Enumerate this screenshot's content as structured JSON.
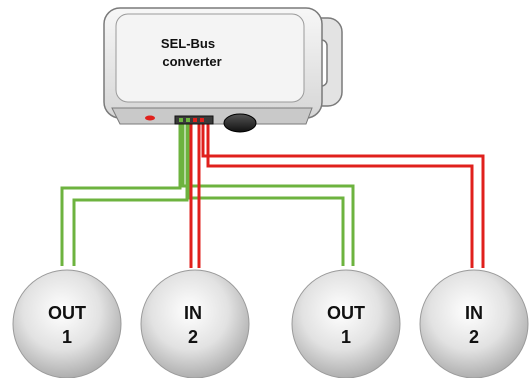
{
  "device": {
    "label_line1": "SEL-Bus",
    "label_line2": "converter"
  },
  "ports": [
    {
      "line1": "OUT",
      "line2": "1",
      "wire": "green"
    },
    {
      "line1": "IN",
      "line2": "2",
      "wire": "red"
    },
    {
      "line1": "OUT",
      "line2": "1",
      "wire": "green"
    },
    {
      "line1": "IN",
      "line2": "2",
      "wire": "red"
    }
  ],
  "colors": {
    "green_wire": "#6db33f",
    "red_wire": "#e0201c",
    "device_body": "#ececec",
    "device_outline": "#7a7a7a",
    "port_fill": "#dcdcdc",
    "led": "#e0201c"
  }
}
